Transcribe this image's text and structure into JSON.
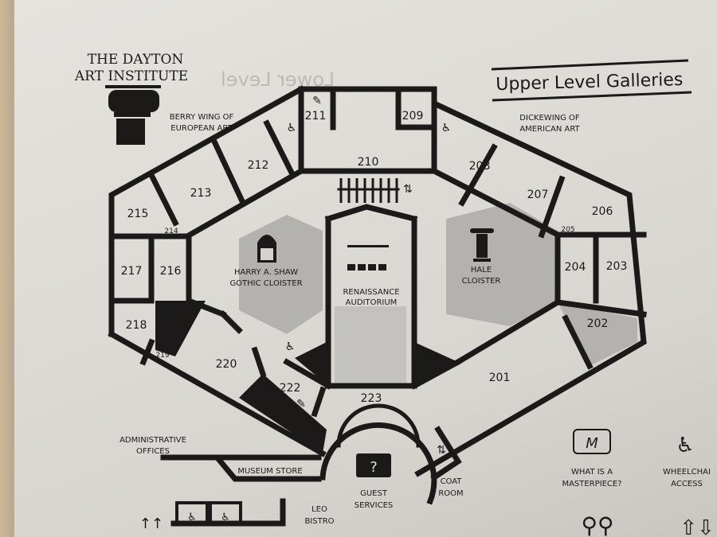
{
  "header": {
    "institution_line1": "THE DAYTON",
    "institution_line2": "ART INSTITUTE",
    "title": "Upper Level Galleries",
    "ghost_text": "Lower Level"
  },
  "wings": {
    "berry_line1": "BERRY WING OF",
    "berry_line2": "EUROPEAN ART",
    "dicke_line1": "DICKEWING OF",
    "dicke_line2": "AMERICAN ART"
  },
  "rooms": [
    "201",
    "202",
    "203",
    "204",
    "205",
    "206",
    "207",
    "208",
    "209",
    "210",
    "211",
    "212",
    "213",
    "214",
    "215",
    "216",
    "217",
    "218",
    "219",
    "220",
    "222",
    "223"
  ],
  "areas": {
    "shaw_line1": "HARRY A. SHAW",
    "shaw_line2": "GOTHIC CLOISTER",
    "hale_line1": "HALE",
    "hale_line2": "CLOISTER",
    "aud_line1": "RENAISSANCE",
    "aud_line2": "AUDITORIUM",
    "admin_line1": "ADMINISTRATIVE",
    "admin_line2": "OFFICES",
    "store": "MUSEUM STORE",
    "bistro_line1": "LEO",
    "bistro_line2": "BISTRO",
    "guest_line1": "GUEST",
    "guest_line2": "SERVICES",
    "coat_line1": "COAT",
    "coat_line2": "ROOM",
    "guest_icon": "?"
  },
  "legend": {
    "masterpiece_line1": "WHAT IS A",
    "masterpiece_line2": "MASTERPIECE?",
    "wheelchair_line1": "WHEELCHAI",
    "wheelchair_line2": "ACCESS"
  },
  "colors": {
    "ink": "#1c1a19",
    "paper": "#e2dfdb",
    "cloister": "#b4b2af"
  }
}
